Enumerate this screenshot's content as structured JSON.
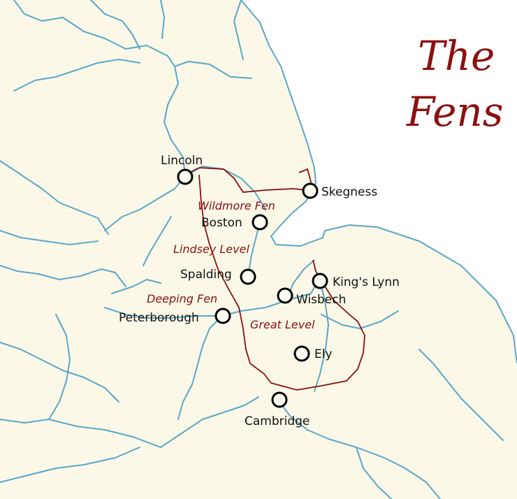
{
  "title": {
    "line1": "The",
    "line2": "Fens"
  },
  "colors": {
    "land": "#fbf8e8",
    "sea": "#ffffff",
    "coast": "#5aa7c7",
    "river": "#5aa7c7",
    "boundary": "#8b1010",
    "region_text": "#8b1010",
    "title": "#8b1010",
    "town_text": "#111111"
  },
  "towns": [
    {
      "name": "Lincoln"
    },
    {
      "name": "Skegness"
    },
    {
      "name": "Boston"
    },
    {
      "name": "Spalding"
    },
    {
      "name": "King's Lynn"
    },
    {
      "name": "Wisbech"
    },
    {
      "name": "Peterborough"
    },
    {
      "name": "Ely"
    },
    {
      "name": "Cambridge"
    }
  ],
  "regions": [
    {
      "name": "Wildmore Fen"
    },
    {
      "name": "Lindsey Level"
    },
    {
      "name": "Deeping Fen"
    },
    {
      "name": "Great Level"
    }
  ]
}
